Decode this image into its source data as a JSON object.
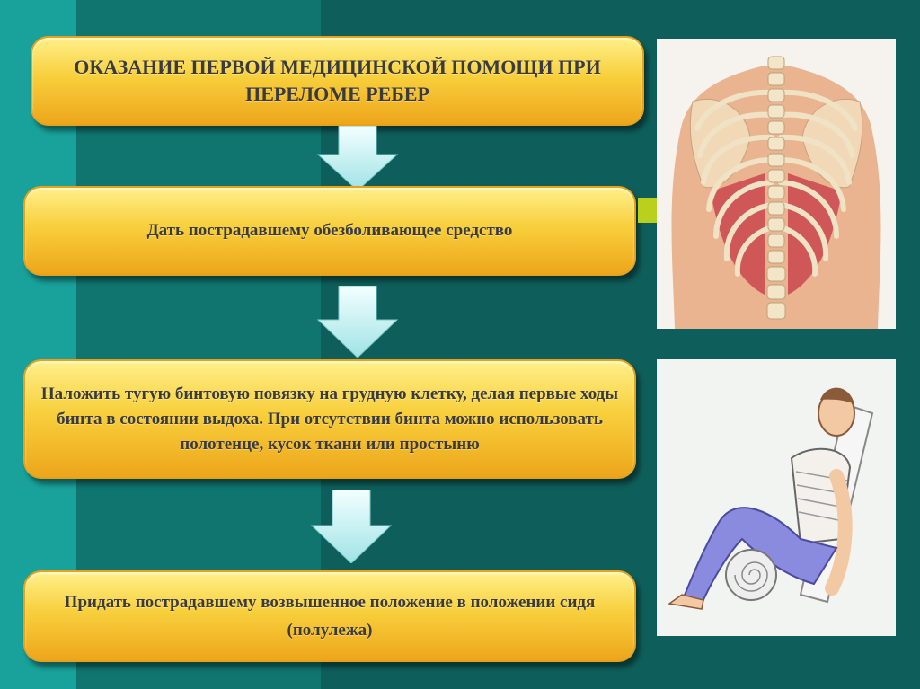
{
  "slide": {
    "title": "ОКАЗАНИЕ  ПЕРВОЙ  МЕДИЦИНСКОЙ ПОМОЩИ ПРИ ПЕРЕЛОМЕ  РЕБЕР",
    "steps": [
      "Дать пострадавшему обезболивающее средство",
      "Наложить  тугую бинтовую повязку на грудную клетку, делая первые ходы бинта в состоянии выдоха. При отсутствии бинта можно использовать полотенце, кусок ткани или простыню",
      "Придать  пострадавшему  возвышенное положение в положении сидя (полулежа)"
    ]
  },
  "colors": {
    "background": "#0e5f5b",
    "stripe_light": "#19a29b",
    "box_fill": "#f8cf3c",
    "box_border": "#e8a21a",
    "arrow_fill": "#c6f3f4",
    "connector": "#b9d11c"
  },
  "images": {
    "top_right": "spine-and-ribs-illustration",
    "bottom_right": "seated-patient-with-chest-bandage-illustration"
  }
}
